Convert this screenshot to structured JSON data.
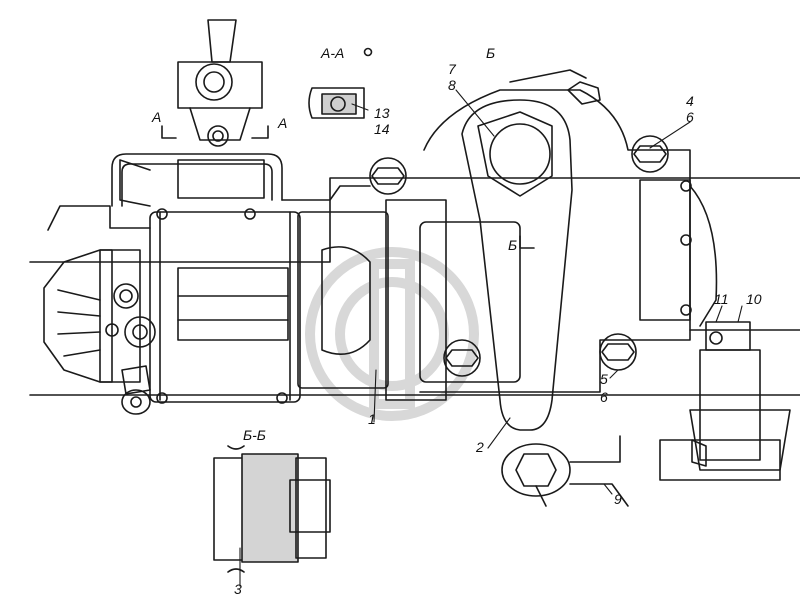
{
  "diagram": {
    "section_labels": {
      "aa_title": "А-А",
      "b_view": "Б",
      "bb_title": "Б-Б",
      "a_mark_left": "А",
      "a_mark_right": "А",
      "b_mark": "Б"
    },
    "callouts": [
      {
        "id": "1",
        "text": "1"
      },
      {
        "id": "2",
        "text": "2"
      },
      {
        "id": "3",
        "text": "3"
      },
      {
        "id": "4",
        "text": "4"
      },
      {
        "id": "5",
        "text": "5"
      },
      {
        "id": "6a",
        "text": "6"
      },
      {
        "id": "6b",
        "text": "6"
      },
      {
        "id": "7",
        "text": "7"
      },
      {
        "id": "8",
        "text": "8"
      },
      {
        "id": "9",
        "text": "9"
      },
      {
        "id": "10",
        "text": "10"
      },
      {
        "id": "11",
        "text": "11"
      },
      {
        "id": "13",
        "text": "13"
      },
      {
        "id": "14",
        "text": "14"
      }
    ],
    "watermark_icon": "gear-watermark-icon",
    "line_color": "#1a1a1a",
    "watermark_color": "#d8d8d8"
  }
}
